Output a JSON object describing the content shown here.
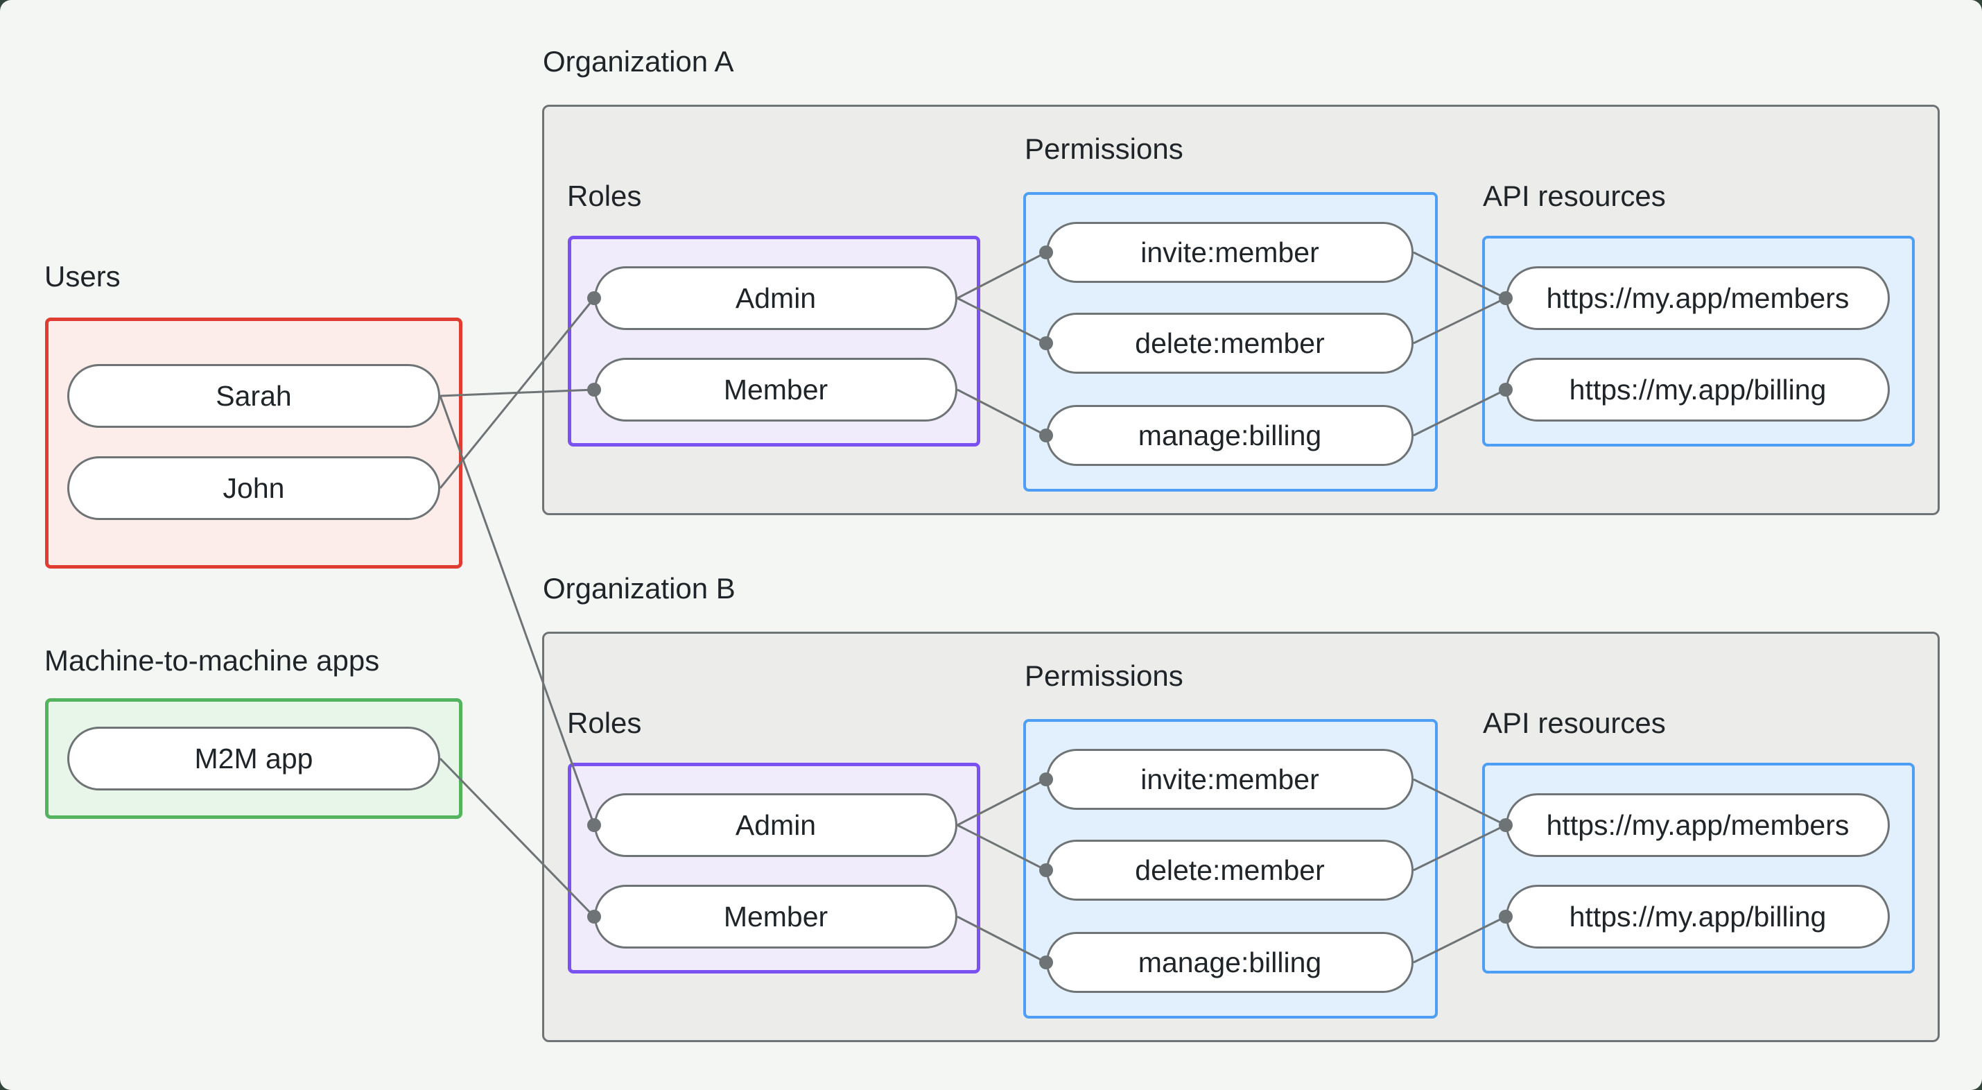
{
  "users_section": {
    "label": "Users",
    "items": [
      {
        "label": "Sarah"
      },
      {
        "label": "John"
      }
    ]
  },
  "m2m_section": {
    "label": "Machine-to-machine apps",
    "items": [
      {
        "label": "M2M app"
      }
    ]
  },
  "organizations": [
    {
      "title": "Organization A",
      "roles_label": "Roles",
      "permissions_label": "Permissions",
      "api_resources_label": "API resources",
      "roles": [
        {
          "label": "Admin"
        },
        {
          "label": "Member"
        }
      ],
      "permissions": [
        {
          "label": "invite:member"
        },
        {
          "label": "delete:member"
        },
        {
          "label": "manage:billing"
        }
      ],
      "api_resources": [
        {
          "label": "https://my.app/members"
        },
        {
          "label": "https://my.app/billing"
        }
      ]
    },
    {
      "title": "Organization B",
      "roles_label": "Roles",
      "permissions_label": "Permissions",
      "api_resources_label": "API resources",
      "roles": [
        {
          "label": "Admin"
        },
        {
          "label": "Member"
        }
      ],
      "permissions": [
        {
          "label": "invite:member"
        },
        {
          "label": "delete:member"
        },
        {
          "label": "manage:billing"
        }
      ],
      "api_resources": [
        {
          "label": "https://my.app/members"
        },
        {
          "label": "https://my.app/billing"
        }
      ]
    }
  ],
  "edges": [
    {
      "from": "Sarah",
      "to": "Member",
      "org": "Organization A"
    },
    {
      "from": "Sarah",
      "to": "Admin",
      "org": "Organization B"
    },
    {
      "from": "John",
      "to": "Admin",
      "org": "Organization A"
    },
    {
      "from": "M2M app",
      "to": "Member",
      "org": "Organization B"
    },
    {
      "from": "Admin",
      "to": "invite:member",
      "org": "Organization A"
    },
    {
      "from": "Admin",
      "to": "delete:member",
      "org": "Organization A"
    },
    {
      "from": "Member",
      "to": "manage:billing",
      "org": "Organization A"
    },
    {
      "from": "invite:member",
      "to": "https://my.app/members",
      "org": "Organization A"
    },
    {
      "from": "delete:member",
      "to": "https://my.app/members",
      "org": "Organization A"
    },
    {
      "from": "manage:billing",
      "to": "https://my.app/billing",
      "org": "Organization A"
    },
    {
      "from": "Admin",
      "to": "invite:member",
      "org": "Organization B"
    },
    {
      "from": "Admin",
      "to": "delete:member",
      "org": "Organization B"
    },
    {
      "from": "Member",
      "to": "manage:billing",
      "org": "Organization B"
    },
    {
      "from": "invite:member",
      "to": "https://my.app/members",
      "org": "Organization B"
    },
    {
      "from": "delete:member",
      "to": "https://my.app/members",
      "org": "Organization B"
    },
    {
      "from": "manage:billing",
      "to": "https://my.app/billing",
      "org": "Organization B"
    }
  ],
  "colors": {
    "page_background": "#f4f6f4",
    "outside_background": "#32463c",
    "connector": "#6e7376",
    "org_border": "#6e7376",
    "org_fill": "#ececea",
    "users_border": "#e13c31",
    "users_fill": "#fcecea",
    "m2m_border": "#54b35f",
    "m2m_fill": "#e8f6ea",
    "roles_border": "#7b52f1",
    "roles_fill": "#f1ecfb",
    "permissions_border": "#4f9ef5",
    "permissions_fill": "#e2effc",
    "pill_border": "#6e7376",
    "pill_fill": "#ffffff",
    "text": "#1f2428"
  }
}
